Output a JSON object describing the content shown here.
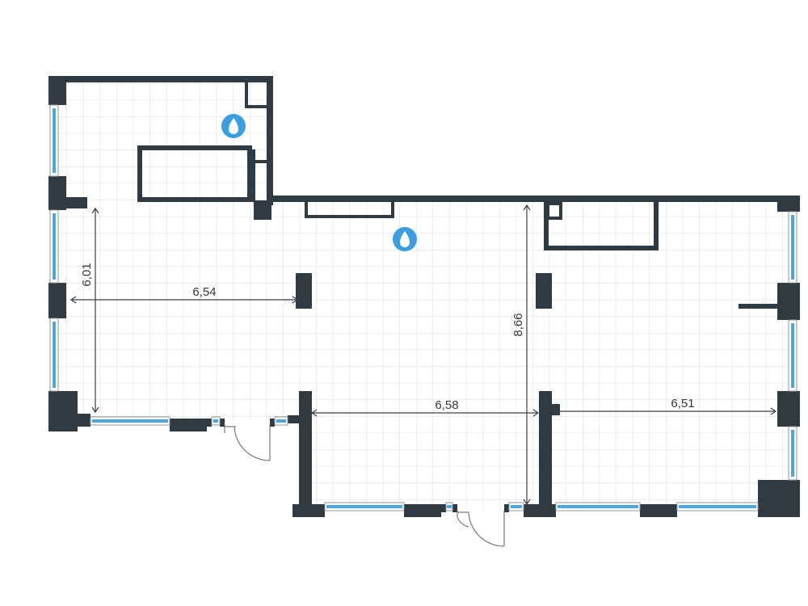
{
  "floor_plan": {
    "dimensions": {
      "left_height": "6,01",
      "left_width": "6,54",
      "center_height": "8,66",
      "center_width": "6,58",
      "right_width": "6,51"
    },
    "watermark": ".RU",
    "icons": {
      "water_point": "water-drop-icon"
    },
    "colors": {
      "wall": "#2f3a42",
      "window_glass": "#4aa7e3",
      "grid": "#d4d8dc",
      "water_badge": "#3b9ee0"
    }
  }
}
